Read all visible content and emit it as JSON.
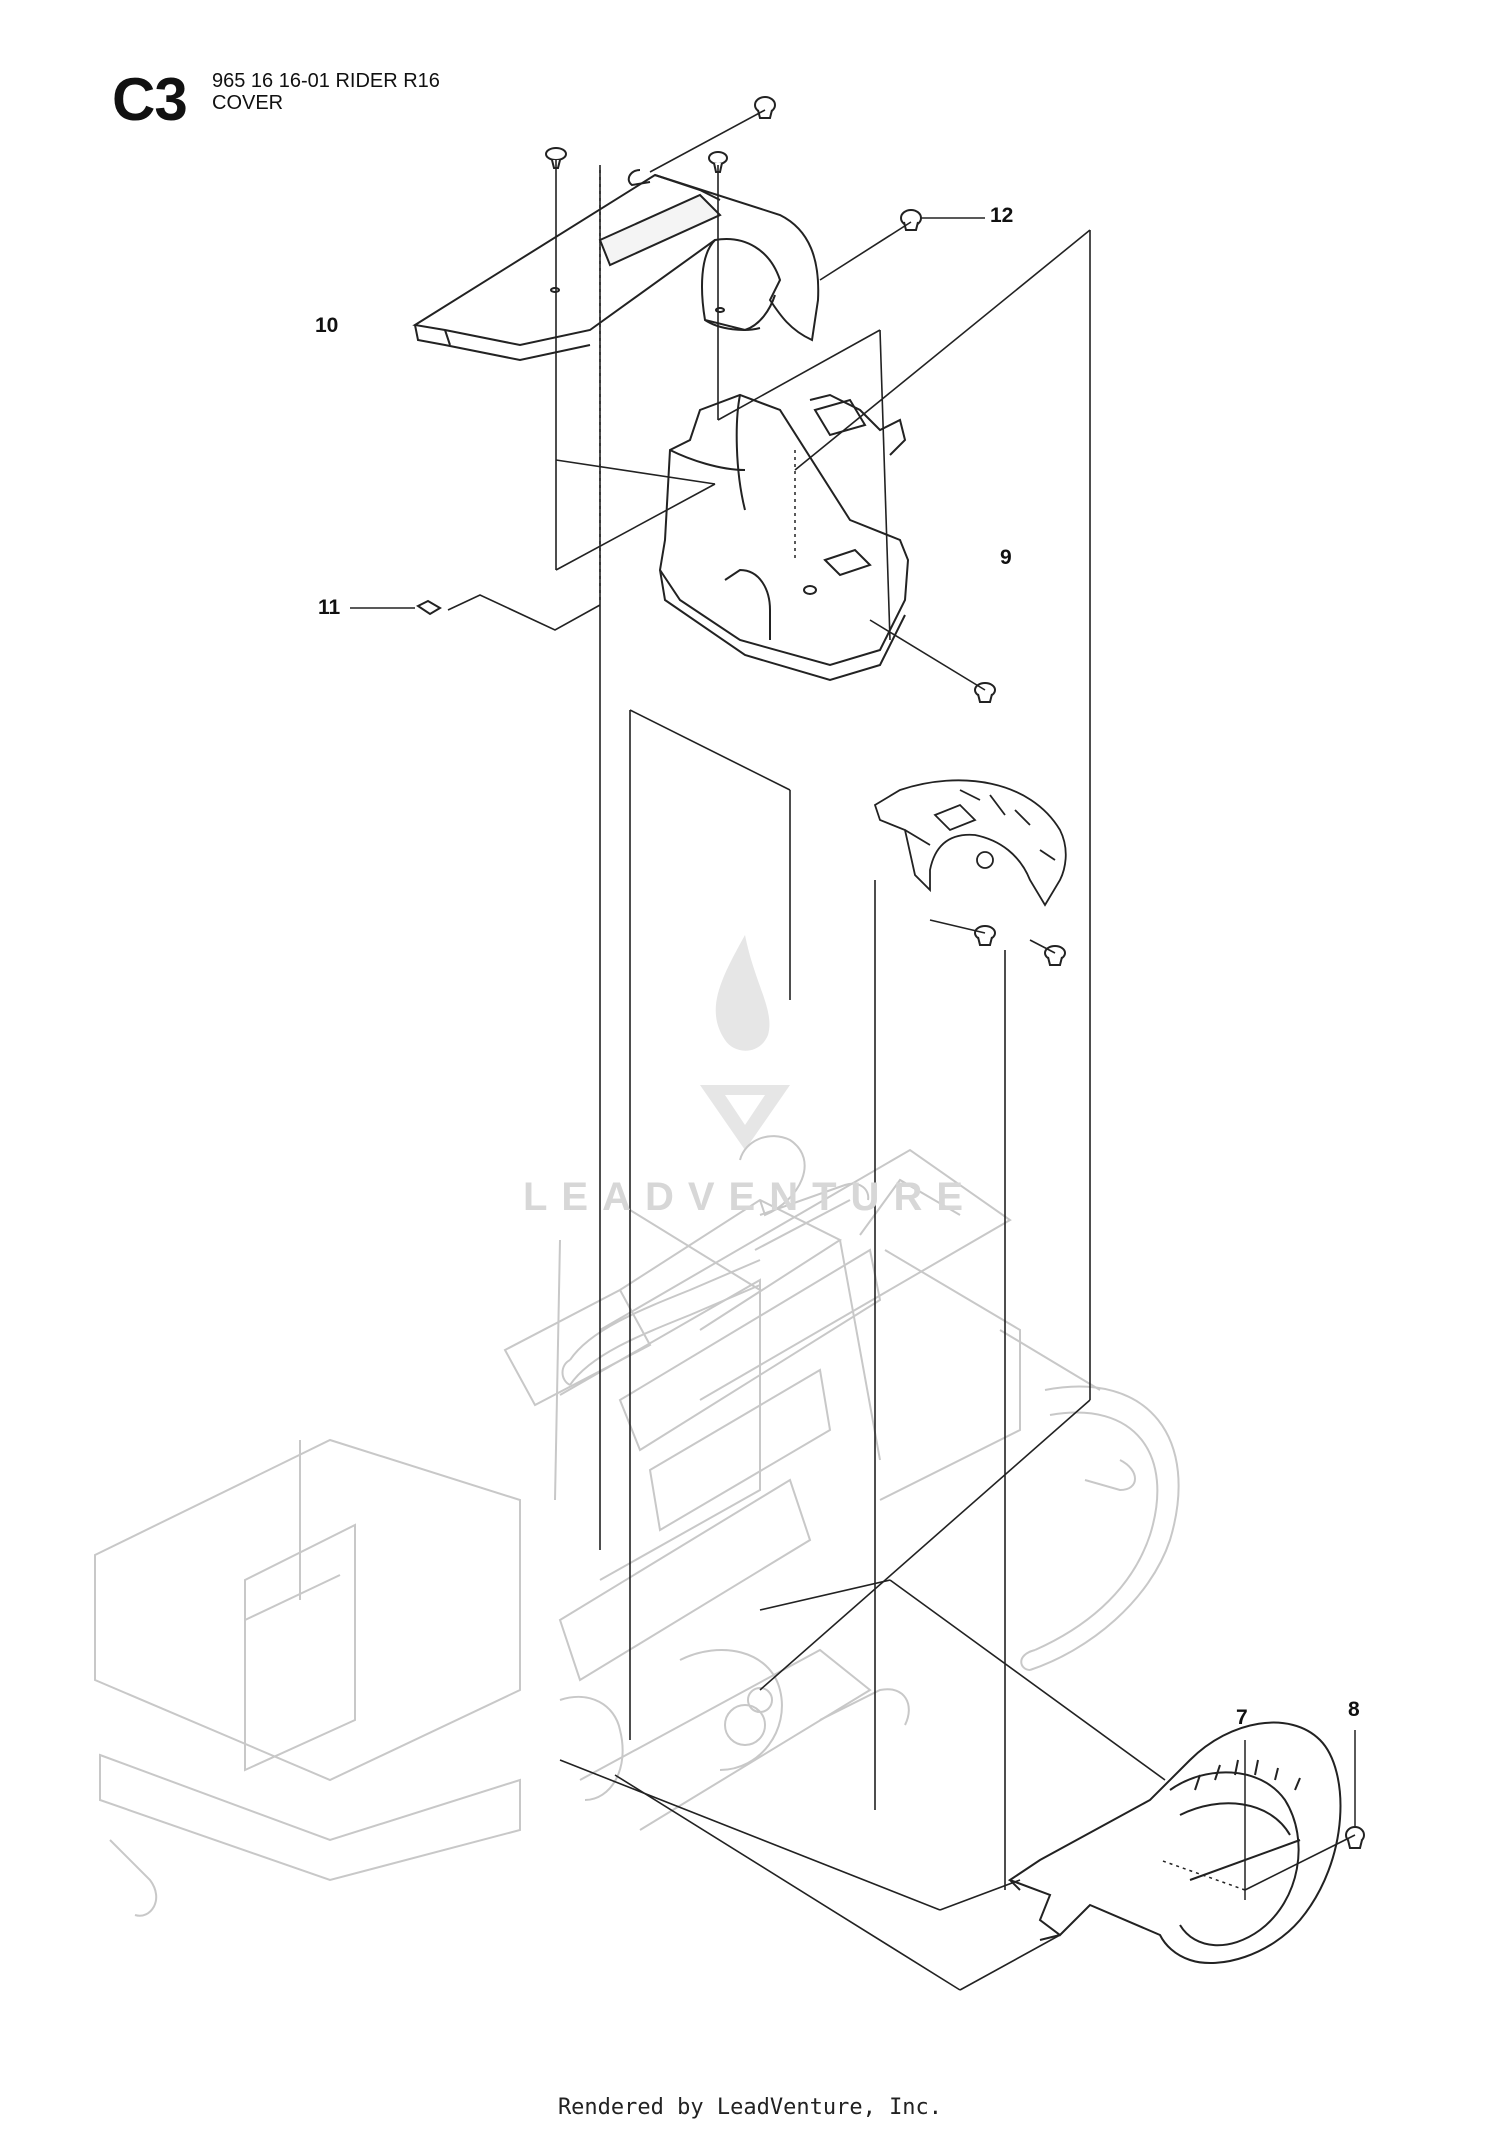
{
  "header": {
    "section_code": "C3",
    "model_line": "965 16 16-01 RIDER R16",
    "subtitle": "COVER"
  },
  "callouts": [
    {
      "id": "10",
      "label": "10"
    },
    {
      "id": "12",
      "label": "12"
    },
    {
      "id": "11",
      "label": "11"
    },
    {
      "id": "9",
      "label": "9"
    },
    {
      "id": "7",
      "label": "7"
    },
    {
      "id": "8",
      "label": "8"
    }
  ],
  "watermark": {
    "text": "LEADVENTURE",
    "icon": "flame-v-logo-icon"
  },
  "footer": {
    "text": "Rendered by LeadVenture, Inc."
  }
}
